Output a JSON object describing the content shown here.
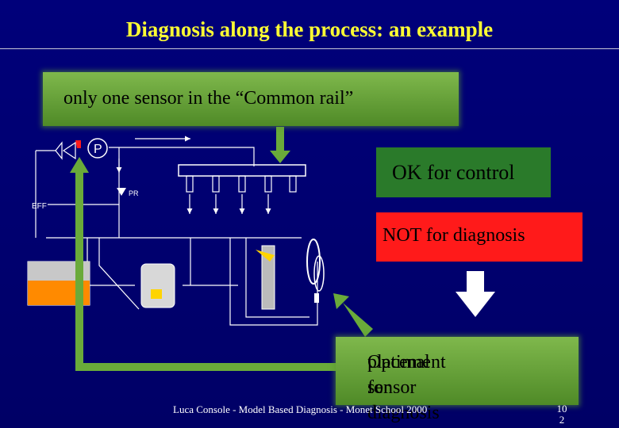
{
  "slide": {
    "title": "Diagnosis along the process: an example",
    "callout_top": "only one sensor in the “Common rail”",
    "ok_box": "OK for control",
    "not_box": "NOT for diagnosis",
    "callout_bottom_line1": "Optimal sensor",
    "callout_bottom_line2": "placement for diagnosis",
    "footer": "Luca Console - Model Based Diagnosis - Monet School 2000",
    "slide_number_line1": "10",
    "slide_number_line2": "2"
  },
  "diagram": {
    "label_p": "P",
    "label_pr": "PR",
    "label_eff": "EFF"
  },
  "colors": {
    "background": "#000066",
    "title": "#ffff33",
    "callout_green": "#5f9a33",
    "ok_green": "#2a7a2a",
    "not_red": "#ff1a1a"
  }
}
